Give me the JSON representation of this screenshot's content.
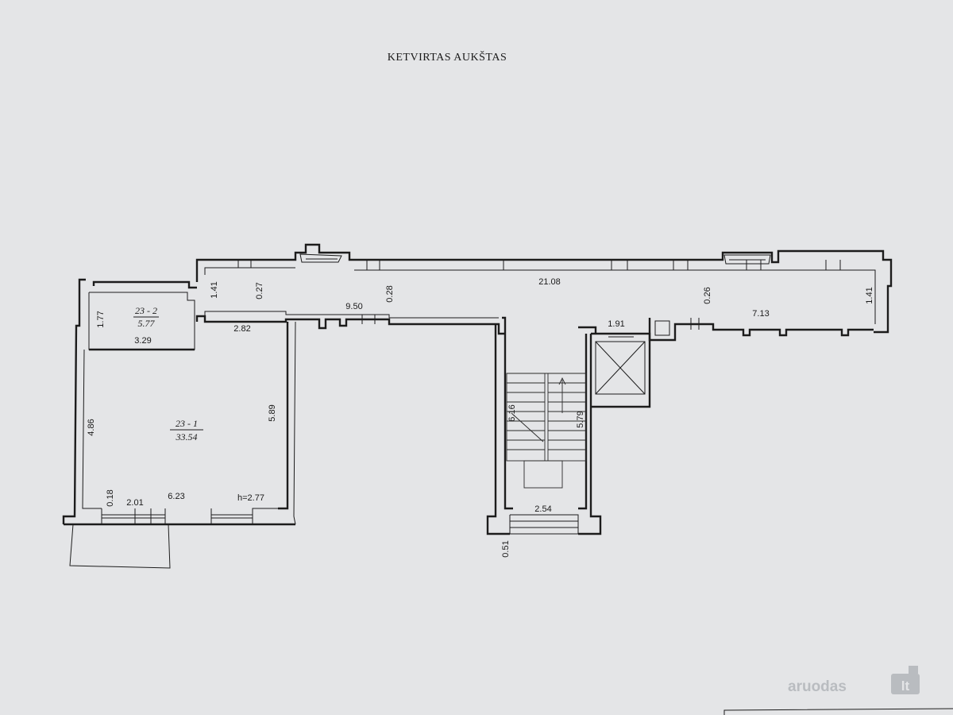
{
  "floor_title": "KETVIRTAS AUKŠTAS",
  "rooms": [
    {
      "id": "23 - 2",
      "area": "5.77"
    },
    {
      "id": "23 - 1",
      "area": "33.54"
    }
  ],
  "height_label": "h=2.77",
  "dimensions": {
    "corridor_length": "21.08",
    "corridor_left": "9.50",
    "corridor_right": "7.13",
    "corridor_width_left": "1.41",
    "corridor_width_right": "1.41",
    "wall_a": "0.27",
    "wall_b": "0.28",
    "wall_c": "0.26",
    "lift_width": "1.91",
    "room2_width": "2.82",
    "room2_height": "1.77",
    "room2_bottom": "3.29",
    "room1_left": "4.86",
    "room1_right": "5.89",
    "sill": "0.18",
    "window_left": "2.01",
    "room1_bottom": "6.23",
    "stair_a": "6.16",
    "stair_b": "5.79",
    "stair_bottom": "2.54",
    "stair_sill": "0.51"
  },
  "watermark": {
    "brand": "aruodas",
    "tld": "lt"
  }
}
